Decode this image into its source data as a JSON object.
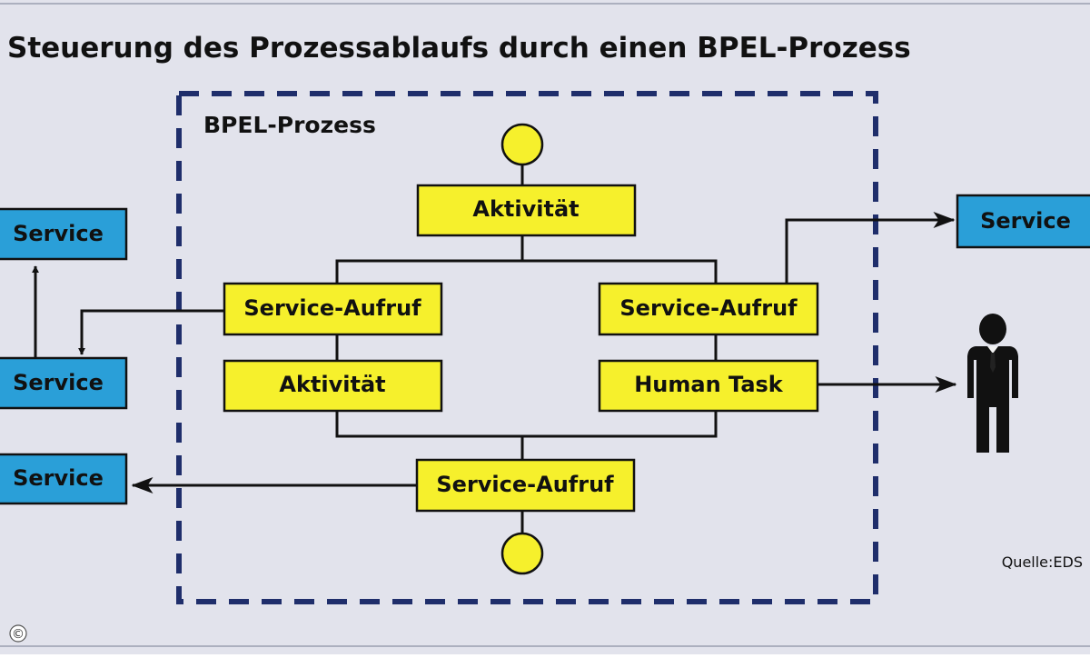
{
  "title": "Steuerung des Prozessablaufs durch einen BPEL-Prozess",
  "container_label": "BPEL-Prozess",
  "nodes": {
    "activity_top": "Aktivität",
    "service_call_left": "Service-Aufruf",
    "activity_left": "Aktivität",
    "service_call_right": "Service-Aufruf",
    "human_task": "Human Task",
    "service_call_bottom": "Service-Aufruf"
  },
  "services": {
    "left_top": "Service",
    "left_middle": "Service",
    "left_bottom": "Service",
    "right": "Service"
  },
  "source": "Quelle:EDS",
  "copyright": "©",
  "colors": {
    "background": "#e2e3ec",
    "activity_fill": "#f6f02c",
    "service_fill": "#2a9fd8",
    "container_border": "#1f2e6b",
    "stroke": "#111111"
  }
}
